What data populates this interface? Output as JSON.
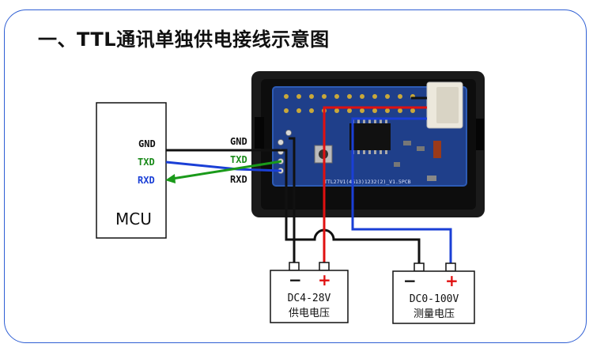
{
  "title": "一、TTL通讯单独供电接线示意图",
  "mcu": {
    "name": "MCU",
    "pins": {
      "gnd": "GND",
      "txd": "TXD",
      "rxd": "RXD"
    }
  },
  "module_pins": {
    "gnd": "GND",
    "txd": "TXD",
    "rxd": "RXD"
  },
  "power_supply": {
    "minus": "−",
    "plus": "+",
    "voltage": "DC4-28V",
    "label": "供电电压"
  },
  "measure_supply": {
    "minus": "−",
    "plus": "+",
    "voltage": "DC0-100V",
    "label": "测量电压"
  },
  "board_silk": "TTL27V1(4G13)1232(2)_V1.5PCB",
  "colors": {
    "frame": "#2f5fd4",
    "gnd_wire": "#111111",
    "txd_wire": "#1a9a1a",
    "rxd_wire": "#1a3fd6",
    "red_wire": "#e01010",
    "pcb": "#1f3f8a",
    "txd_text": "#1a8a1a",
    "rxd_text": "#1a3fd6"
  }
}
